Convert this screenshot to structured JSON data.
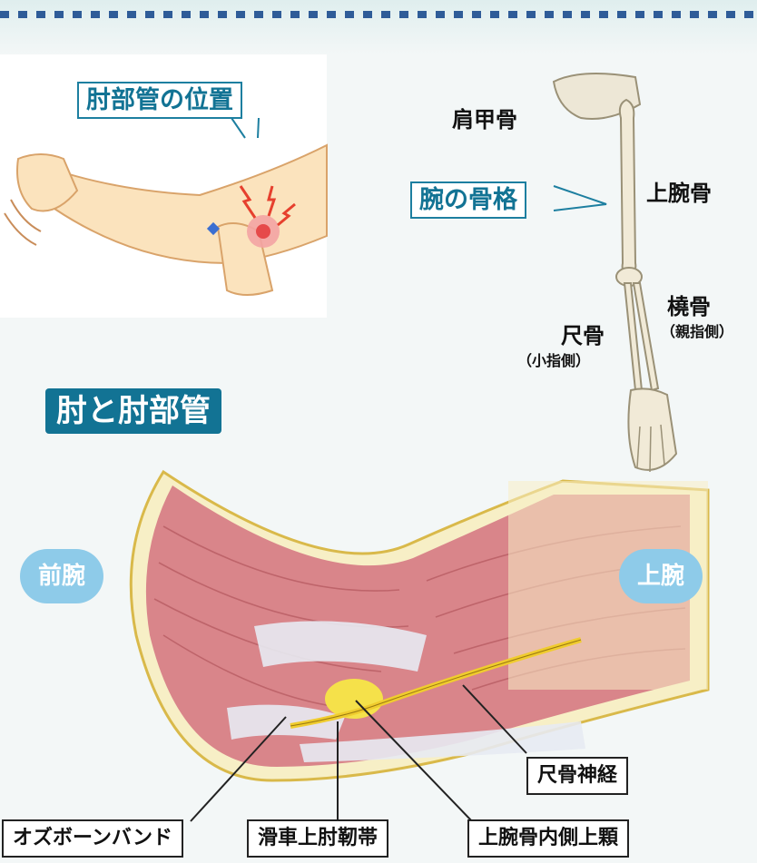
{
  "arm_illustration": {
    "callout": "肘部管の位置"
  },
  "skeleton": {
    "callout": "腕の骨格",
    "labels": {
      "scapula": "肩甲骨",
      "humerus": "上腕骨",
      "radius": "橈骨",
      "radius_note": "（親指側）",
      "ulna": "尺骨",
      "ulna_note": "（小指側）"
    }
  },
  "elbow_section": {
    "heading": "肘と肘部管",
    "forearm": "前腕",
    "upper_arm": "上腕",
    "labels": {
      "ulnar_nerve": "尺骨神経",
      "osborne_band": "オズボーンバンド",
      "ligament": "滑車上肘靭帯",
      "epicondyle": "上腕骨内側上顆"
    }
  },
  "colors": {
    "accent": "#127394",
    "bubble": "#8ecbe9",
    "nerve": "#f0cc2e",
    "muscle": "#d9858a"
  }
}
